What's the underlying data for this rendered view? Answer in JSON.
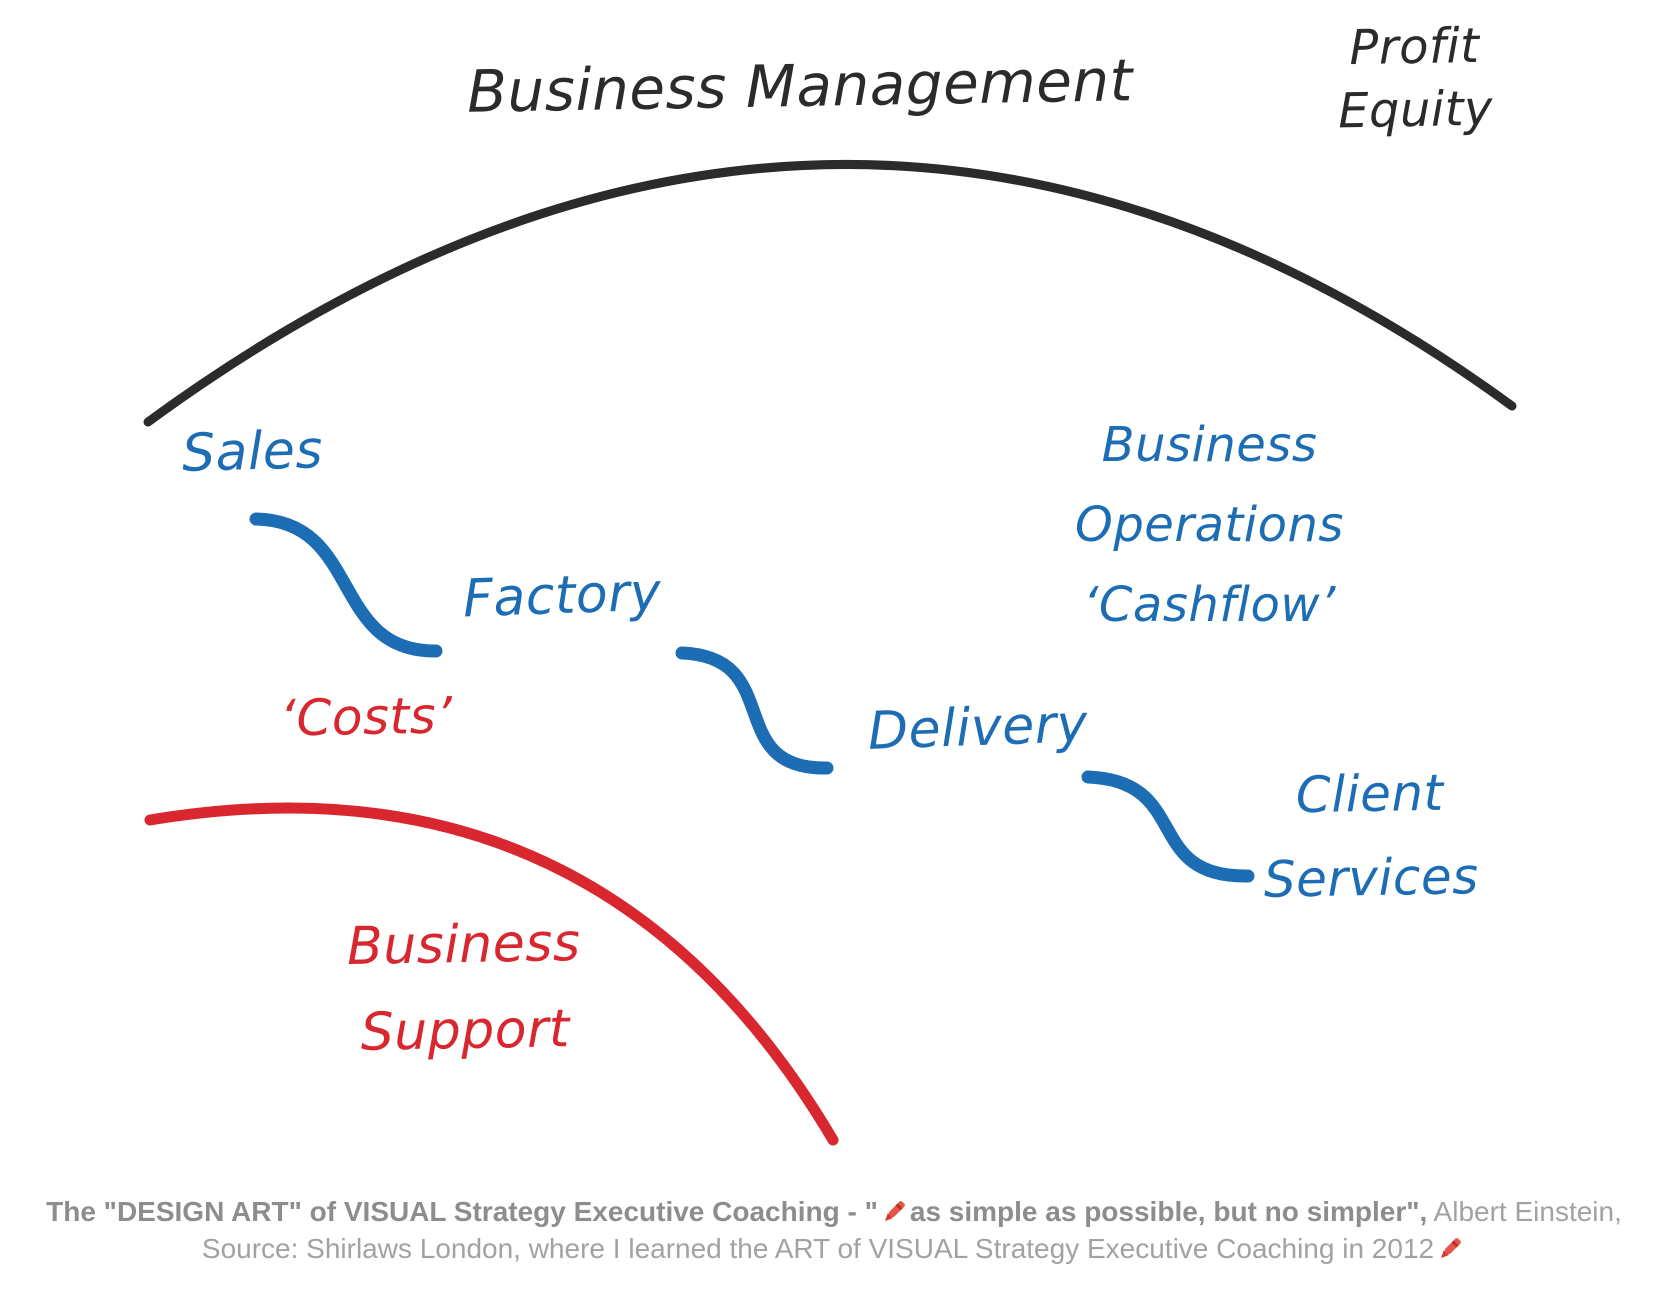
{
  "diagram": {
    "title": "Business Management",
    "profit_equity": "Profit\nEquity",
    "labels": {
      "sales": "Sales",
      "factory": "Factory",
      "delivery": "Delivery",
      "client_services": "Client\nServices",
      "business_operations": "Business\nOperations\n‘Cashflow’",
      "costs": "‘Costs’",
      "business_support": "Business\nSupport"
    },
    "colors": {
      "ink_black": "#2b2b2b",
      "ink_blue": "#1d6db4",
      "ink_red": "#d8272e",
      "caption_gray": "#a2a2a2"
    },
    "icons": {
      "crayon_icon": "🖍"
    }
  },
  "caption": {
    "line1_lead_bold": "The \"DESIGN ART\" of VISUAL Strategy Executive Coaching - \"",
    "line1_quote_bold": "as simple as possible, but no simpler\",",
    "line1_attribution": " Albert Einstein,",
    "line2": "Source: Shirlaws London, where I learned the ART of VISUAL Strategy Executive Coaching in 2012"
  }
}
